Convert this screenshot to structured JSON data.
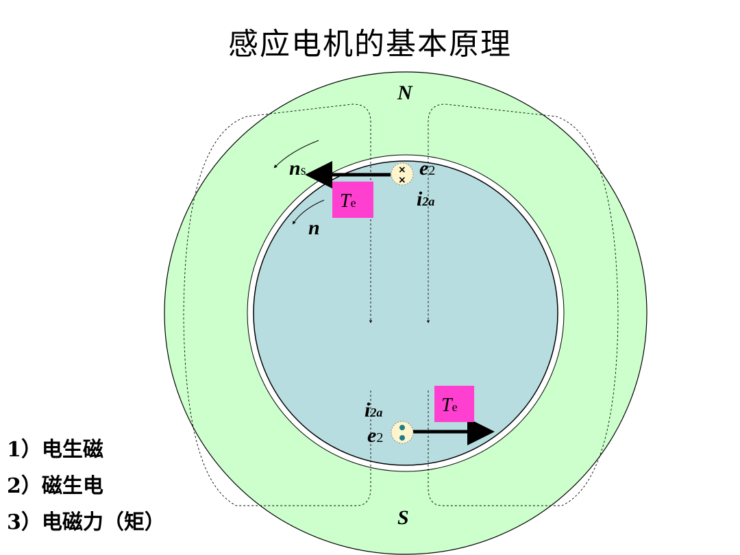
{
  "title": "感应电机的基本原理",
  "labels": {
    "north": "N",
    "south": "S",
    "ns": "n",
    "ns_sub": "s",
    "n": "n",
    "e2_top": "e",
    "e2_top_sub": "2",
    "i2a_top": "i",
    "i2a_top_sub": "2a",
    "te_top": "T",
    "te_top_sub": "e",
    "i2a_bottom": "i",
    "i2a_bottom_sub": "2a",
    "e2_bottom": "e",
    "e2_bottom_sub": "2",
    "te_bottom": "T",
    "te_bottom_sub": "e"
  },
  "steps": [
    "1）电生磁",
    "2）磁生电",
    "3）电磁力（矩）"
  ],
  "colors": {
    "stator": "#ccffcc",
    "rotor": "#b8dde0",
    "torque_box": "#ff3fcf",
    "conductor": "#fff5cc",
    "dot": "#1f7f86"
  }
}
